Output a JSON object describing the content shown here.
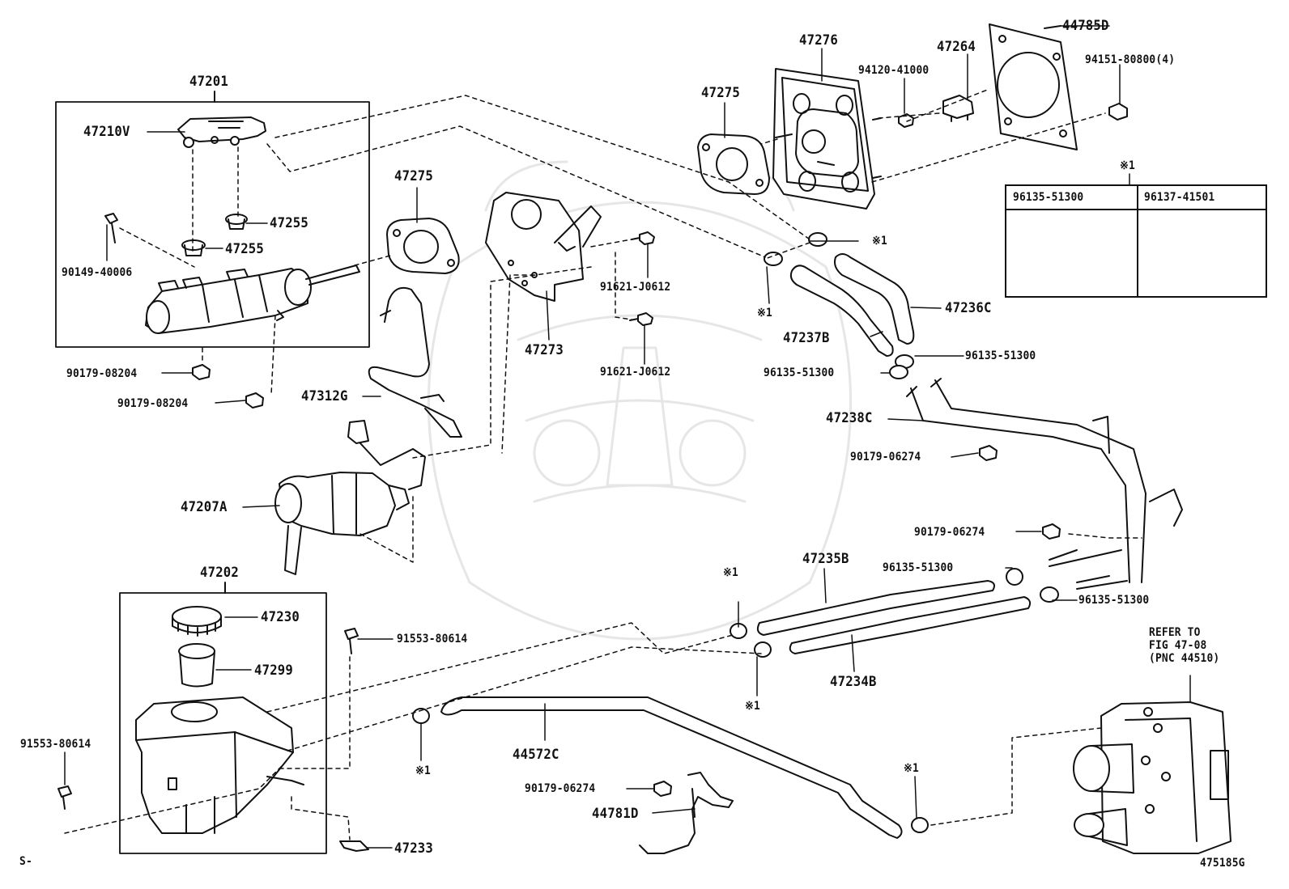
{
  "diagram": {
    "figure_code": "475185G",
    "corner_mark": "S-",
    "clip_mark": "※1",
    "legend": {
      "mark": "※1",
      "columns": [
        "96135-51300",
        "96137-41501"
      ]
    },
    "reference_note": [
      "REFER TO",
      "FIG 47-08",
      "(PNC 44510)"
    ],
    "parts": [
      "47201",
      "47210V",
      "47255",
      "47255",
      "90149-40006",
      "90179-08204",
      "90179-08204",
      "47275",
      "47275",
      "47276",
      "94120-41000",
      "47264",
      "44785D",
      "94151-80800(4)",
      "47273",
      "91621-J0612",
      "91621-J0612",
      "47312G",
      "47207A",
      "47237B",
      "47236C",
      "96135-51300",
      "96135-51300",
      "47238C",
      "90179-06274",
      "90179-06274",
      "47235B",
      "96135-51300",
      "96135-51300",
      "47234B",
      "47202",
      "47230",
      "47299",
      "91553-80614",
      "91553-80614",
      "44572C",
      "90179-06274",
      "44781D",
      "47233"
    ]
  }
}
